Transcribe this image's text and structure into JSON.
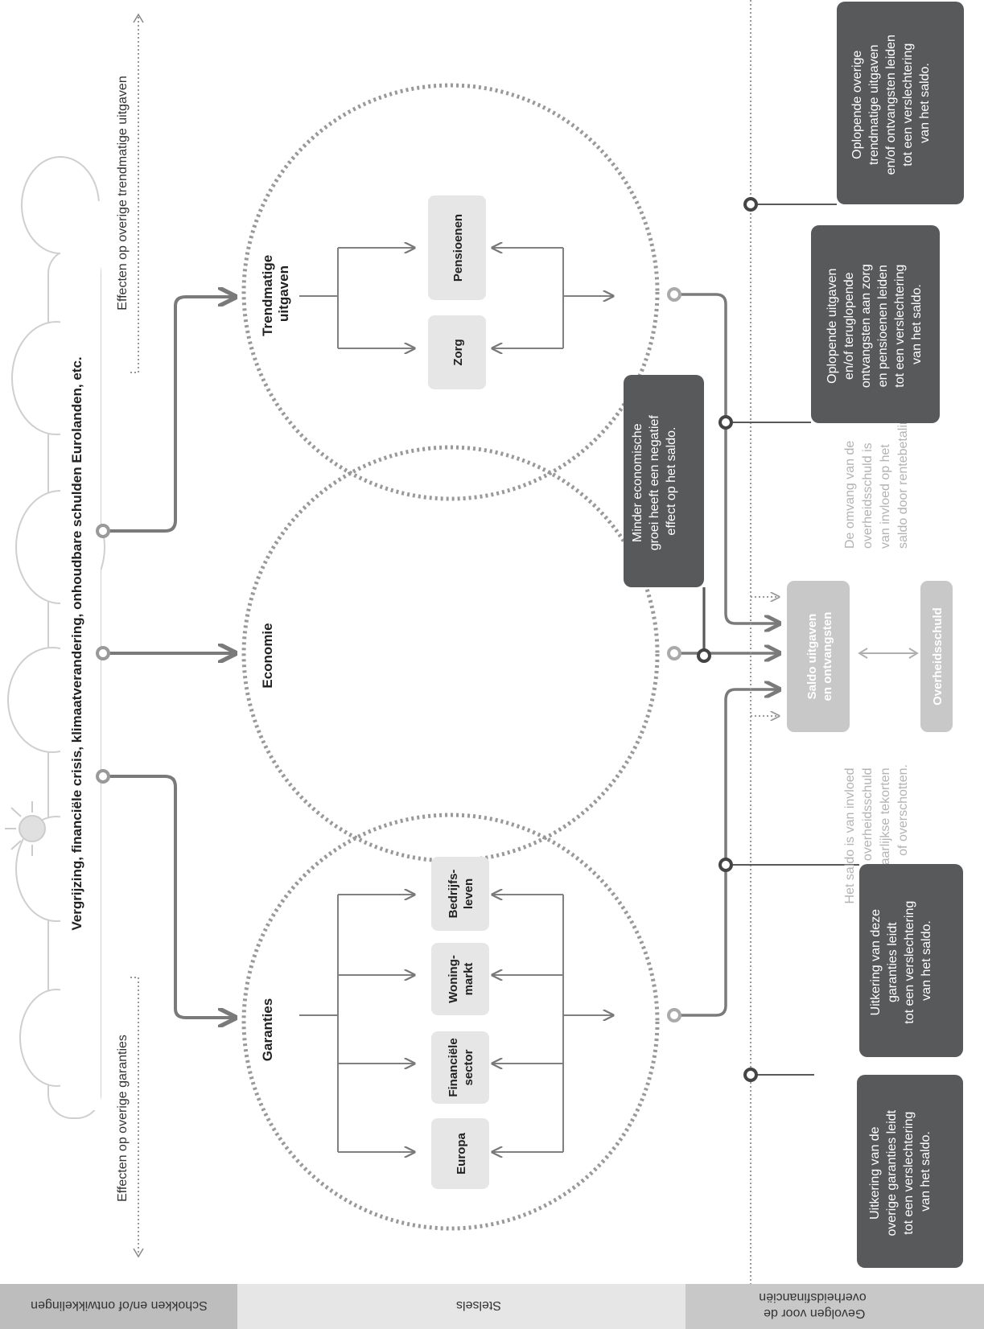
{
  "shock_banner": {
    "text": "Vergrijzing, financiële crisis, klimaatverandering, onhoudbare schulden Eurolanden, etc."
  },
  "effects": {
    "guarantees_label": "Effecten op overige garanties",
    "trend_label": "Effecten op overige trendmatige uitgaven"
  },
  "circles": {
    "guarantees": {
      "title": "Garanties",
      "items": [
        "Europa",
        "Financiële sector",
        "Woning-markt",
        "Bedrijfs-leven"
      ]
    },
    "economy": {
      "title": "Economie"
    },
    "trend": {
      "title": "Trendmatige uitgaven",
      "items": [
        "Zorg",
        "Pensioenen"
      ]
    }
  },
  "center": {
    "balance_box": "Saldo uitgaven en ontvangsten",
    "debt_box": "Overheidsschuld",
    "left_note": "Het saldo is van invloed op de overheidsschuld door jaarlijkse tekorten of overschotten.",
    "right_note": "De omvang van de overheidsschuld is van invloed op het saldo door rentebetalingen."
  },
  "callouts": {
    "c1": "Uitkering van de overige garanties leidt tot een verslechtering van het saldo.",
    "c2": "Uitkering van deze garanties leidt tot een verslechtering van het saldo.",
    "c3": "Minder economische groei heeft een negatief effect op het saldo.",
    "c4": "Oplopende uitgaven en/of teruglopende ontvangsten aan zorg en pensioenen leiden tot een verslechtering van het saldo.",
    "c5": "Oplopende overige trendmatige uitgaven en/of ontvangsten leiden tot een verslechtering van het saldo."
  },
  "bottom_bar": {
    "left": "Schokken en/of ontwikkelingen",
    "middle": "Stelsels",
    "right": "Gevolgen voor de overheidsfinanciën"
  },
  "colors": {
    "dark_box": "#58595b",
    "light_box": "#e6e6e6",
    "connector": "#808080",
    "dotted": "#999999"
  }
}
